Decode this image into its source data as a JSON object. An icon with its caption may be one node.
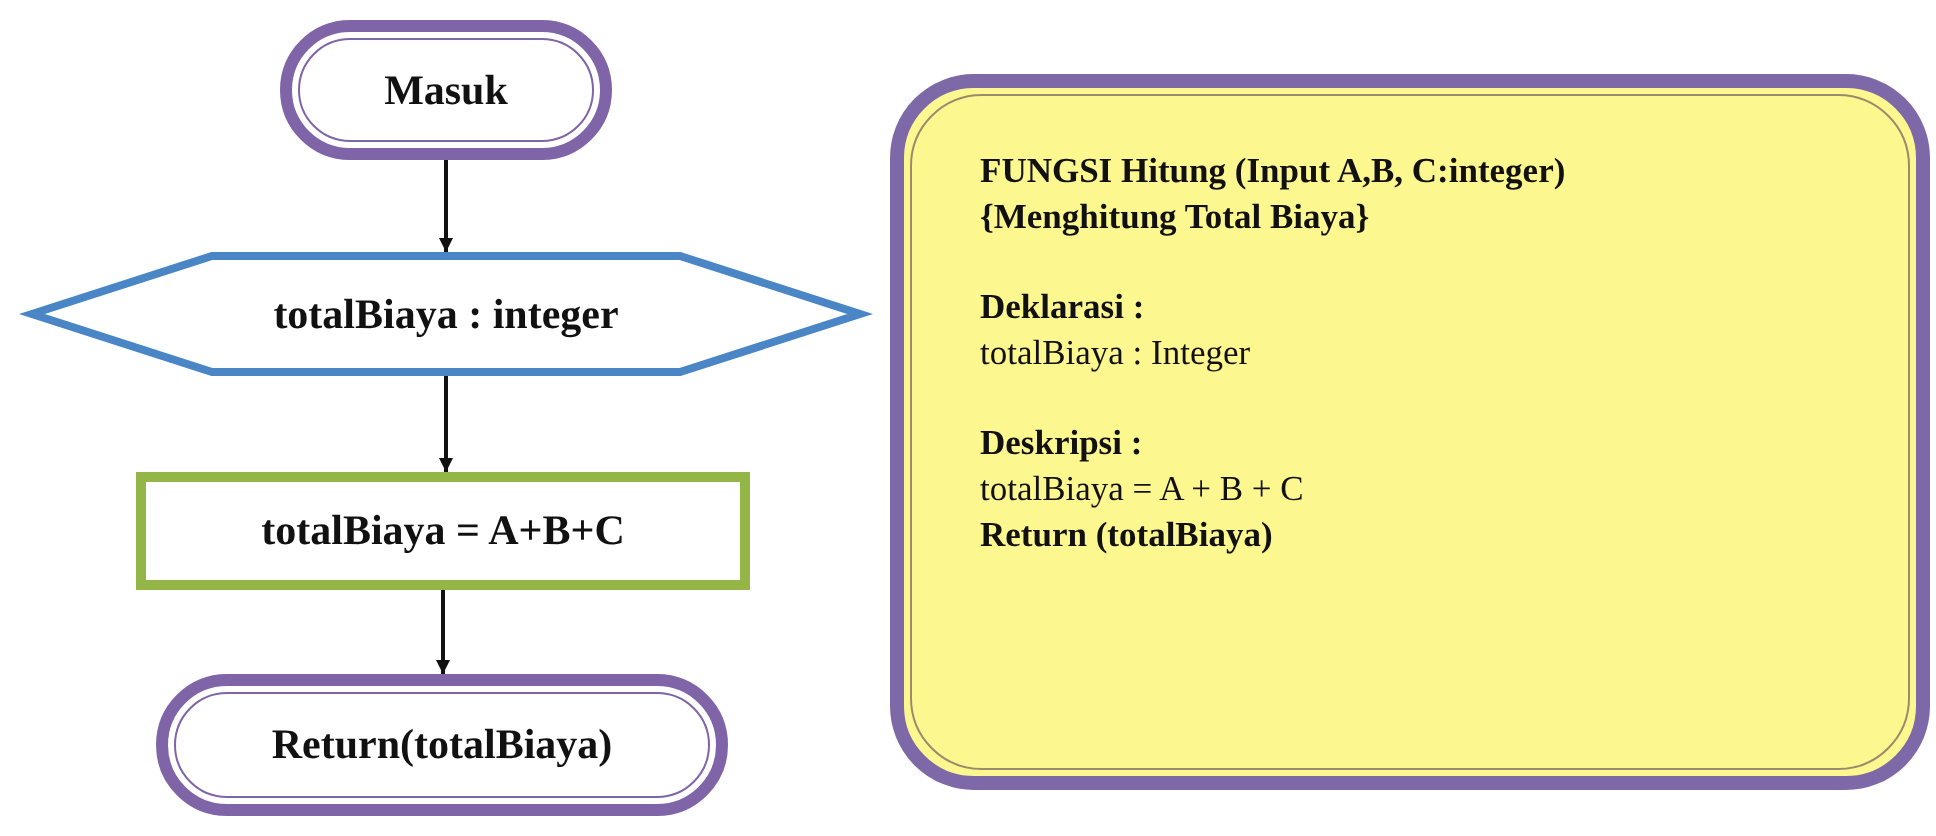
{
  "diagram": {
    "nodes": [
      {
        "text": [
          "Masuk"
        ]
      },
      {
        "text": [
          "totalBiaya : integer"
        ]
      },
      {
        "text": [
          "totalBiaya = A+B+C"
        ]
      },
      {
        "text": [
          "Return(totalBiaya)"
        ]
      },
      {
        "text": [
          "FUNGSI Hitung (Input A,B, C:integer)",
          "{Menghitung Total Biaya}",
          "Deklarasi :",
          "totalBiaya : Integer",
          "Deskripsi :",
          "totalBiaya = A + B + C",
          "Return (totalBiaya)"
        ]
      }
    ],
    "edges": [
      {
        "from": 0,
        "to": 1,
        "arrow": "to"
      },
      {
        "from": 1,
        "to": 2,
        "arrow": "to"
      },
      {
        "from": 2,
        "to": 3,
        "arrow": "to"
      }
    ]
  }
}
